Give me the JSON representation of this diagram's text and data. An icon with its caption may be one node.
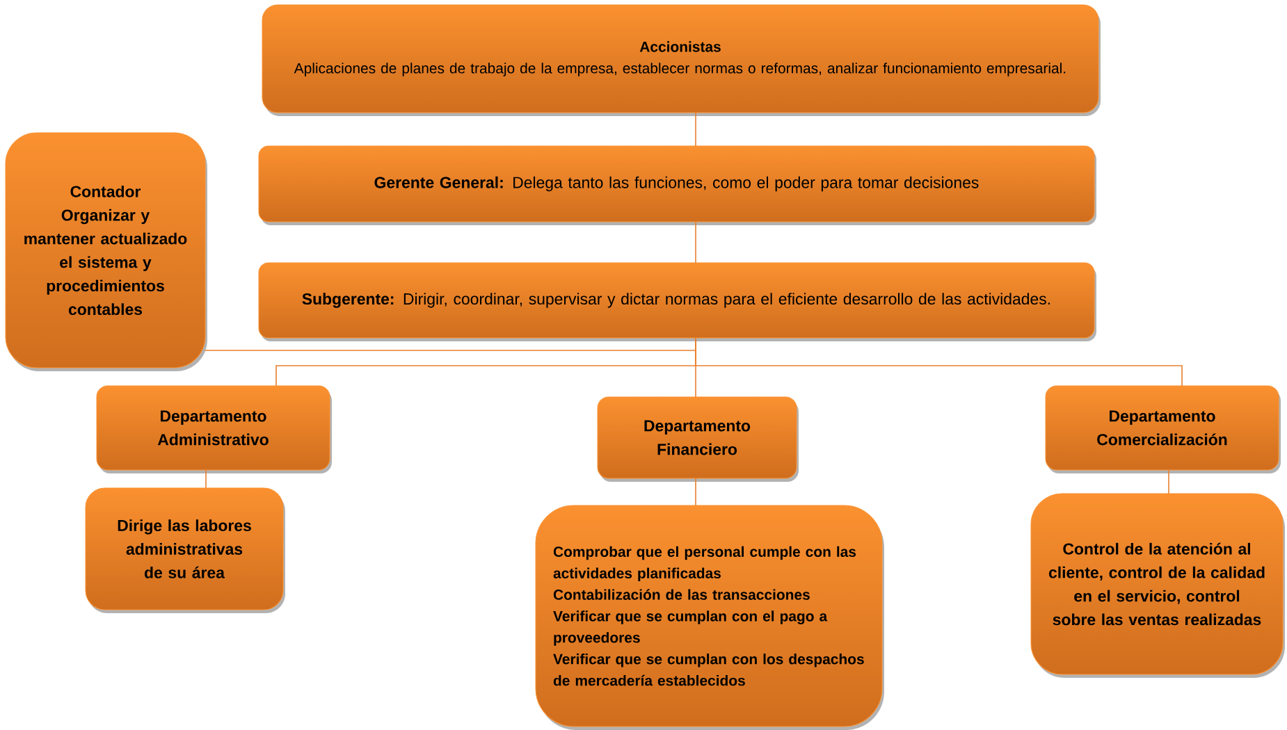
{
  "diagram": {
    "nodes": [
      {
        "text": [
          "Accionistas",
          "Aplicaciones de planes de trabajo de la empresa, establecer normas o reformas, analizar funcionamiento empresarial."
        ]
      },
      {
        "text": [
          "**Gerente General:** Delega tanto las funciones, como el poder para tomar decisiones"
        ]
      },
      {
        "text": [
          "**Subgerente:** Dirigir, coordinar, supervisar y dictar normas para el eficiente desarrollo de las actividades."
        ]
      },
      {
        "text": [
          "Contador",
          "Organizar y mantener actualizado el sistema y procedimientos contables"
        ]
      },
      {
        "text": [
          "Departamento Administrativo"
        ]
      },
      {
        "text": [
          "Departamento Financiero"
        ]
      },
      {
        "text": [
          "Departamento Comercialización"
        ]
      },
      {
        "text": [
          "Dirige las labores administrativas de su área"
        ]
      },
      {
        "text": [
          "Comprobar que el personal cumple con las actividades planificadas",
          "Contabilización  de las transacciones",
          "Verificar que se cumplan con el pago a proveedores",
          "Verificar que se cumplan con los despachos de mercadería establecidos"
        ]
      },
      {
        "text": [
          "Control de la atención al cliente, control de la calidad en el servicio, control sobre las ventas realizadas"
        ]
      }
    ],
    "edges": [
      {
        "from": 0,
        "to": 1,
        "arrow": "none"
      },
      {
        "from": 1,
        "to": 2,
        "arrow": "none"
      },
      {
        "from": 2,
        "to": 3,
        "arrow": "none"
      },
      {
        "from": 2,
        "to": 4,
        "arrow": "none"
      },
      {
        "from": 2,
        "to": 5,
        "arrow": "none"
      },
      {
        "from": 2,
        "to": 6,
        "arrow": "none"
      },
      {
        "from": 4,
        "to": 7,
        "arrow": "none"
      },
      {
        "from": 5,
        "to": 8,
        "arrow": "none"
      },
      {
        "from": 6,
        "to": 9,
        "arrow": "none"
      }
    ]
  }
}
